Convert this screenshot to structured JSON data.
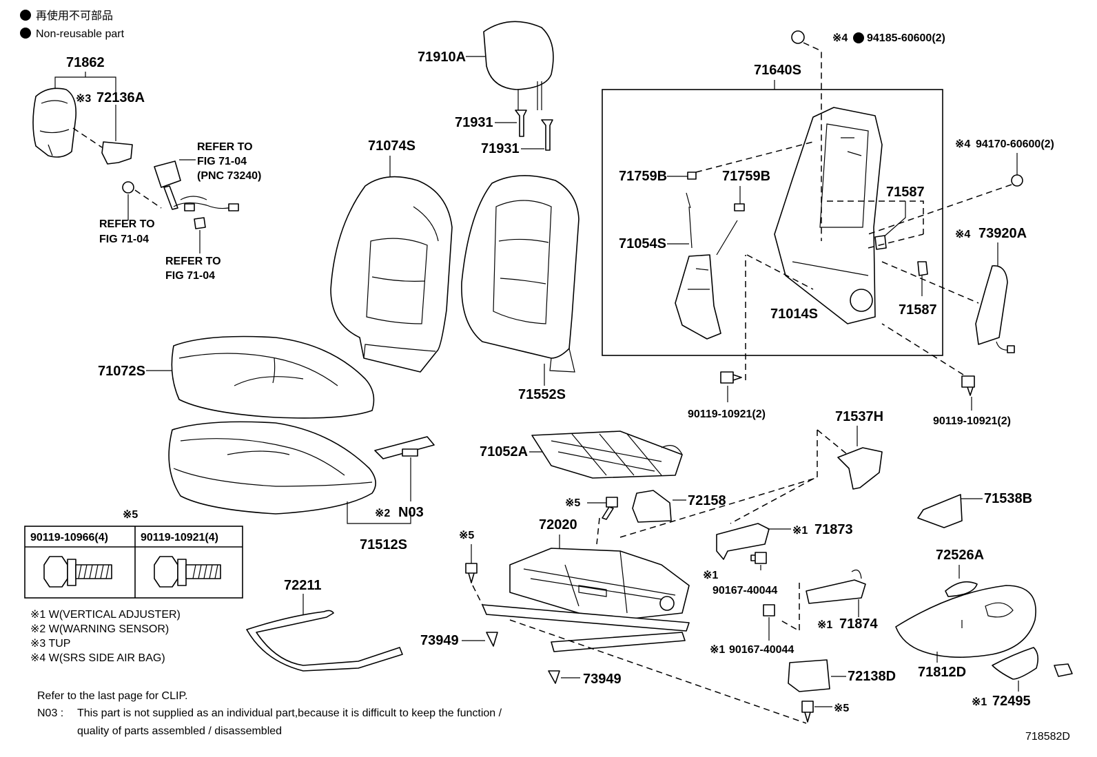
{
  "legend": {
    "line1": "再使用不可部品",
    "line2": "Non-reusable part"
  },
  "labels": {
    "p71862": "71862",
    "p72136A": "72136A",
    "m3a": "※3",
    "refer_a_1": "REFER TO",
    "refer_a_2": "FIG 71-04",
    "refer_a_3": "(PNC 73240)",
    "refer_b_1": "REFER TO",
    "refer_b_2": "FIG 71-04",
    "refer_c_1": "REFER TO",
    "refer_c_2": "FIG 71-04",
    "p71910A": "71910A",
    "p71931a": "71931",
    "p71931b": "71931",
    "p71074S": "71074S",
    "p71072S": "71072S",
    "p71552S": "71552S",
    "p71052A": "71052A",
    "p71512S": "71512S",
    "pN03": "N03",
    "m2": "※2",
    "p72158": "72158",
    "m5a": "※5",
    "p72020": "72020",
    "m5b": "※5",
    "p73949a": "73949",
    "p73949b": "73949",
    "p72211": "72211",
    "p71640S": "71640S",
    "p94185": "94185-60600(2)",
    "m4a": "※4",
    "p71759Ba": "71759B",
    "p71759Bb": "71759B",
    "p71054S": "71054S",
    "p71014S": "71014S",
    "p71587a": "71587",
    "p71587b": "71587",
    "p94170": "94170-60600(2)",
    "m4b": "※4",
    "p73920A": "73920A",
    "m4c": "※4",
    "p90119a": "90119-10921(2)",
    "p90119b": "90119-10921(2)",
    "p71537H": "71537H",
    "p71538B": "71538B",
    "p71873": "71873",
    "m1a": "※1",
    "p90167a": "90167-40044",
    "m1b": "※1",
    "p71874": "71874",
    "m1c": "※1",
    "p90167b": "90167-40044",
    "m1d": "※1",
    "p72526A": "72526A",
    "p71812D": "71812D",
    "p72495": "72495",
    "m1e": "※1",
    "p72138D": "72138D",
    "m5c": "※5"
  },
  "bolt_table": {
    "marker": "※5",
    "col1": "90119-10966(4)",
    "col2": "90119-10921(4)"
  },
  "footnotes": {
    "n1": "※1 W(VERTICAL ADJUSTER)",
    "n2": "※2 W(WARNING SENSOR)",
    "n3": "※3 TUP",
    "n4": "※4 W(SRS SIDE AIR BAG)"
  },
  "notes": {
    "clip": "Refer to the last page for CLIP.",
    "n03_label": "N03 :",
    "n03_line1": "This part is not supplied as an individual part,because it is difficult to keep the function /",
    "n03_line2": "quality of parts assembled / disassembled"
  },
  "figure_id": "718582D"
}
